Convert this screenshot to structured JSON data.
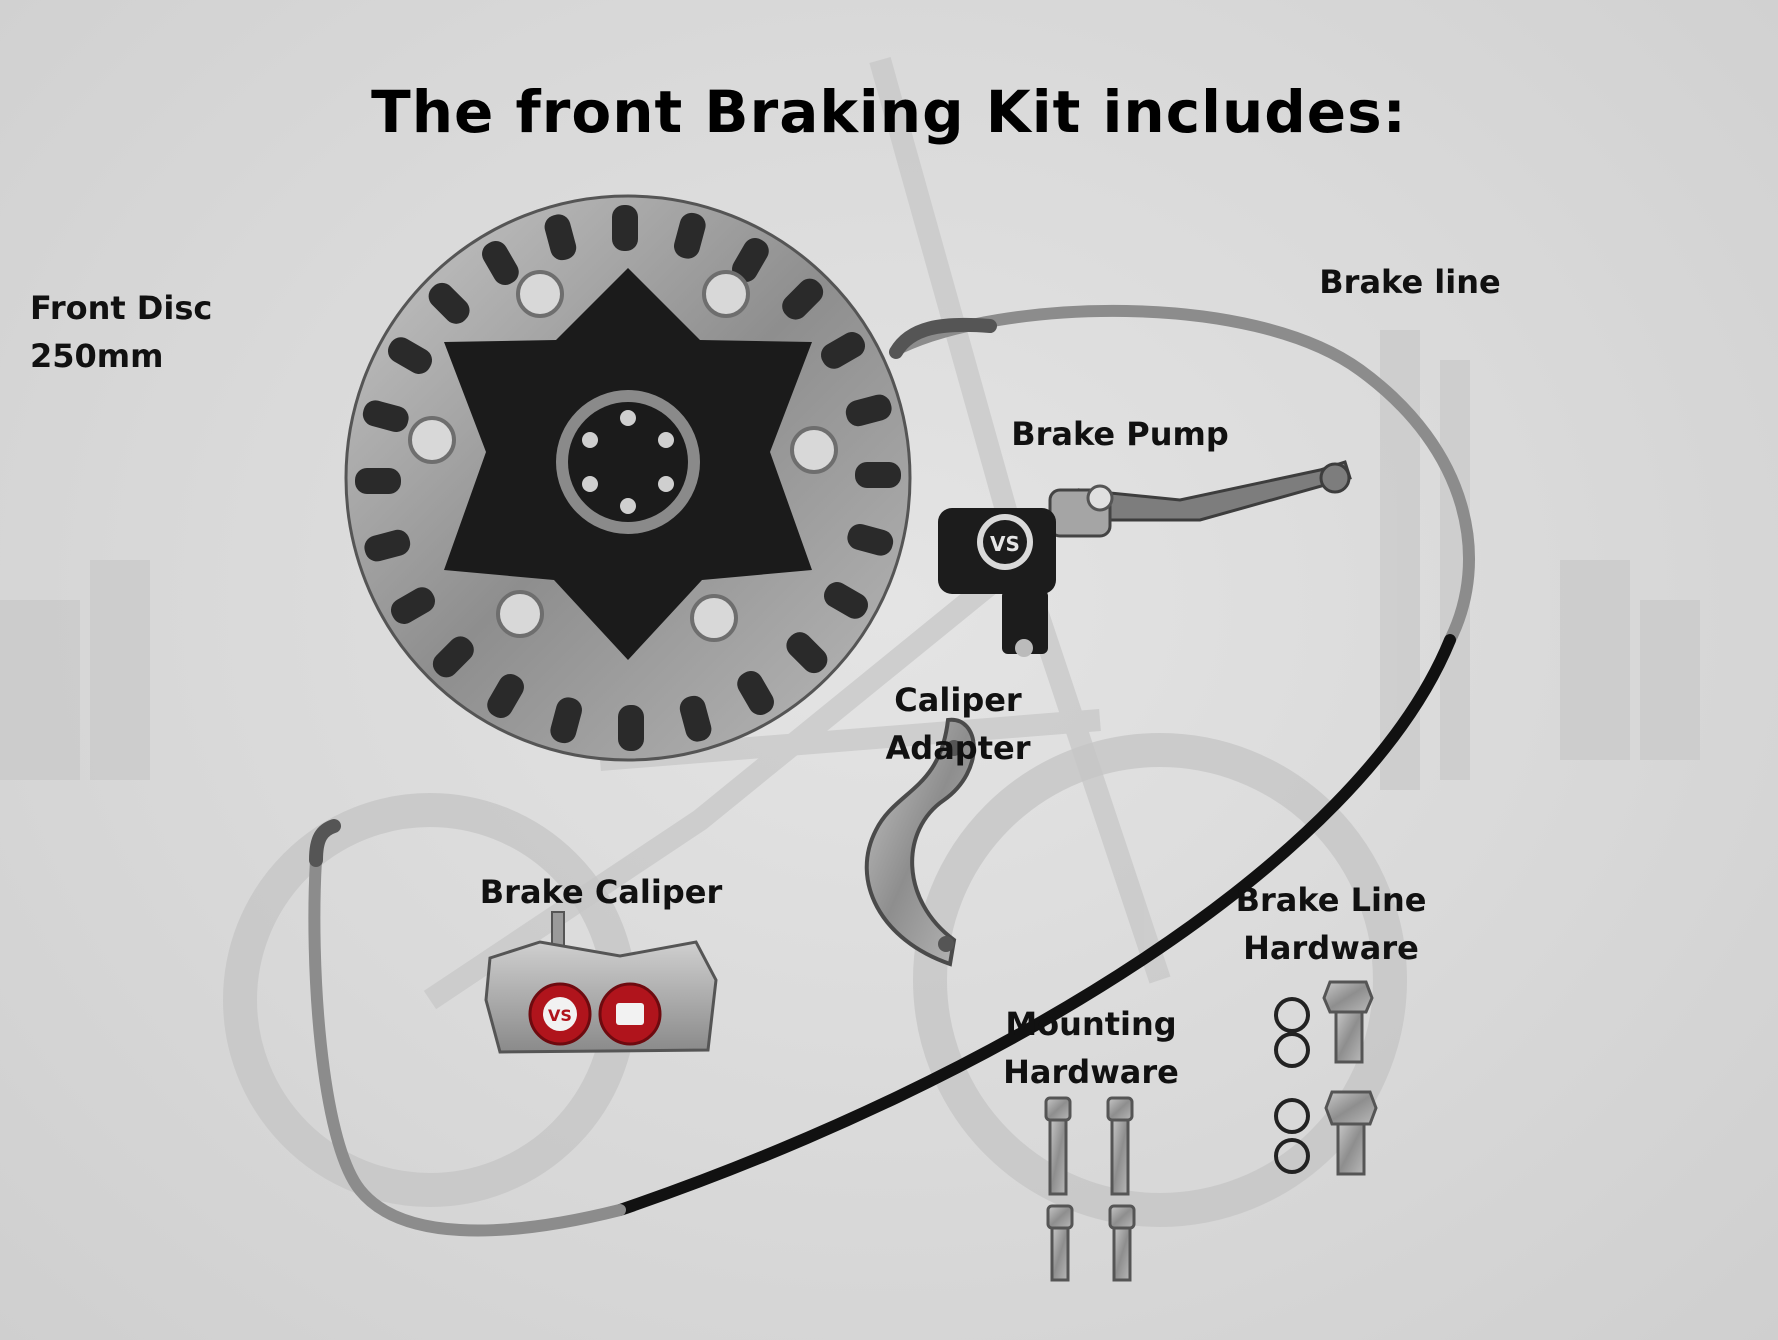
{
  "title": "The front Braking Kit includes:",
  "labels": {
    "front_disc": "Front Disc 250mm",
    "brake_line": "Brake line",
    "brake_pump": "Brake Pump",
    "caliper_adapter": "Caliper Adapter",
    "brake_caliper": "Brake Caliper",
    "brake_line_hardware_1": "Brake Line",
    "brake_line_hardware_2": "Hardware",
    "mounting_hardware_1": "Mounting",
    "mounting_hardware_2": "Hardware"
  },
  "caliper_logo_left": "VS",
  "pump_logo": "VS",
  "colors": {
    "caliper_red": "#b0141c",
    "disc_black": "#1b1b1b",
    "steel": "#9a9a9a"
  }
}
